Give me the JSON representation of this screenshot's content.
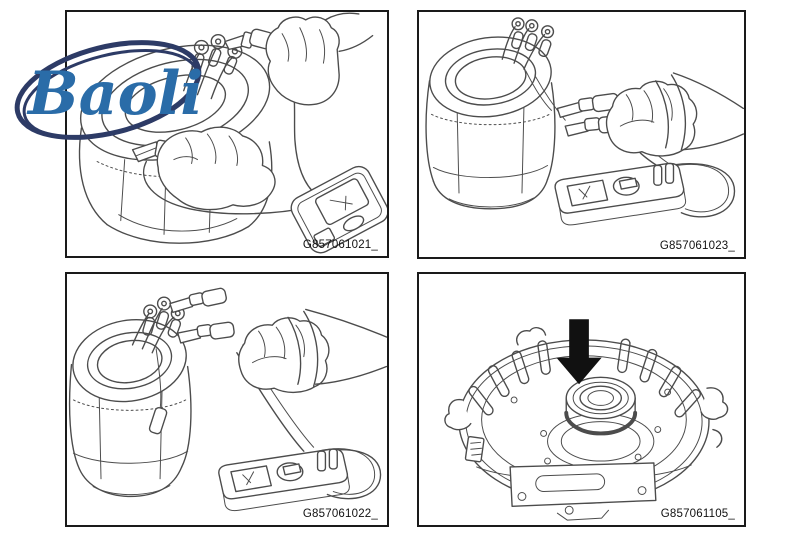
{
  "logo": {
    "text": "Baoli"
  },
  "panels": [
    {
      "label": "G857061021_"
    },
    {
      "label": "G857061023_"
    },
    {
      "label": "G857061022_"
    },
    {
      "label": "G857061105_"
    }
  ],
  "colors": {
    "background": "#ffffff",
    "panel_border": "#1a1a1a",
    "line_art": "#4c4c4c",
    "label_text": "#111111",
    "arrow_fill": "#111111",
    "logo_text": "#2a6ca8",
    "logo_swoosh": "#2d3b66"
  }
}
